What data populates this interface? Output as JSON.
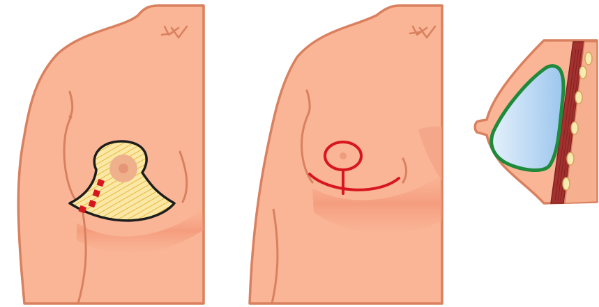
{
  "figure": {
    "panels": [
      {
        "id": "before",
        "view": "front-torso",
        "markings": [
          "hatched-resection-pattern",
          "red-dashed-marks"
        ]
      },
      {
        "id": "after",
        "view": "front-torso",
        "markings": [
          "periareolar-circle",
          "vertical-scar",
          "inframammary-scar"
        ]
      },
      {
        "id": "section",
        "view": "sagittal-cross-section",
        "markings": [
          "implant",
          "chest-wall-muscle",
          "ribs"
        ]
      }
    ],
    "colors": {
      "skin": "#f9b595",
      "skin_outline": "#d9805f",
      "skin_shadow": "#f39d85",
      "areola": "#ef9c7e",
      "resection_fill": "#fbe8a6",
      "resection_hatch": "#e6b83a",
      "incision_red": "#d7161f",
      "implant_outline": "#1f8a3b",
      "implant_fill": "#bcd9f3",
      "muscle": "#a5312f",
      "rib": "#f8eab0"
    }
  }
}
